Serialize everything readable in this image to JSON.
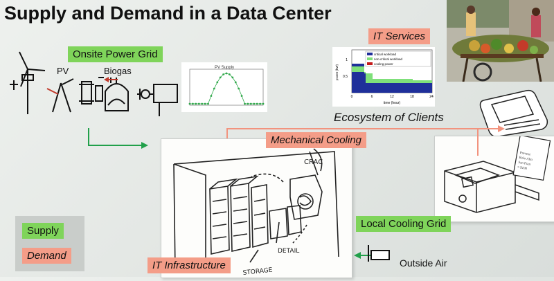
{
  "title": "Supply and Demand in a Data Center",
  "labels": {
    "onsite_power_grid": "Onsite Power Grid",
    "pv": "PV",
    "biogas": "Biogas",
    "it_services": "IT Services",
    "ecosystem": "Ecosystem of Clients",
    "mechanical_cooling": "Mechanical Cooling",
    "local_cooling_grid": "Local Cooling Grid",
    "outside_air": "Outside Air",
    "it_infrastructure": "IT Infrastructure"
  },
  "legend": {
    "supply": "Supply",
    "demand": "Demand"
  },
  "colors": {
    "supply": "#7fd45a",
    "demand": "#f49d88",
    "supply_arrow": "#21a04a",
    "demand_arrow": "#f2937e"
  },
  "sketch_text": {
    "crac": "CRAC",
    "detail": "DETAIL",
    "storage": "STORAGE"
  },
  "pv_chart": {
    "title": "PV Supply"
  },
  "it_chart": {
    "legend": [
      "critical workload",
      "non-critical workload",
      "cooling power"
    ],
    "x_label": "time (hour)",
    "y_label": "power (kW)",
    "x_ticks": [
      "0",
      "6",
      "12",
      "18",
      "24"
    ],
    "y_ticks": [
      "0.5",
      "1"
    ]
  },
  "receipt_text": [
    "Prevent",
    "Rolo Alto",
    "San Fran",
    "≈ $100"
  ]
}
